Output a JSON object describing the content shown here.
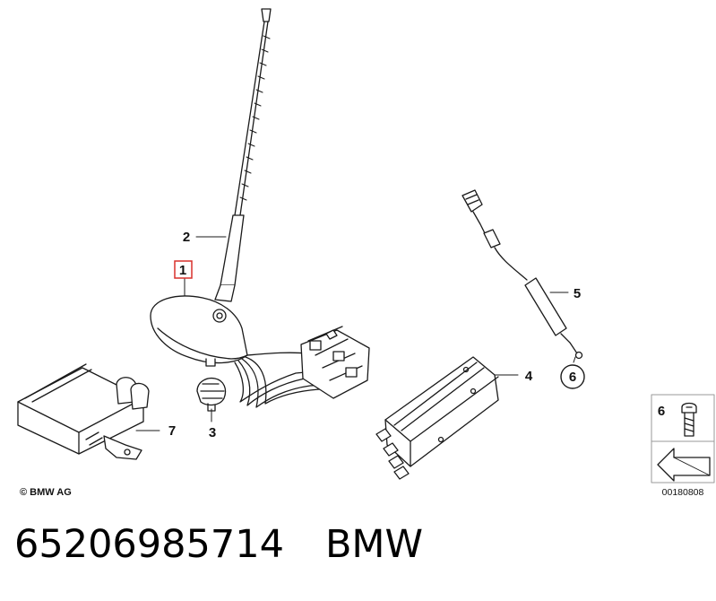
{
  "diagram": {
    "callouts": {
      "c1": "1",
      "c2": "2",
      "c3": "3",
      "c4": "4",
      "c5": "5",
      "c6": "6",
      "c7": "7"
    },
    "copyright": "© BMW AG",
    "legend": {
      "number": "6",
      "ref_code": "00180808"
    },
    "colors": {
      "highlight_box": "#d9302c",
      "line": "#1a1a1a"
    }
  },
  "footer": {
    "part_number": "65206985714",
    "brand": "BMW"
  }
}
